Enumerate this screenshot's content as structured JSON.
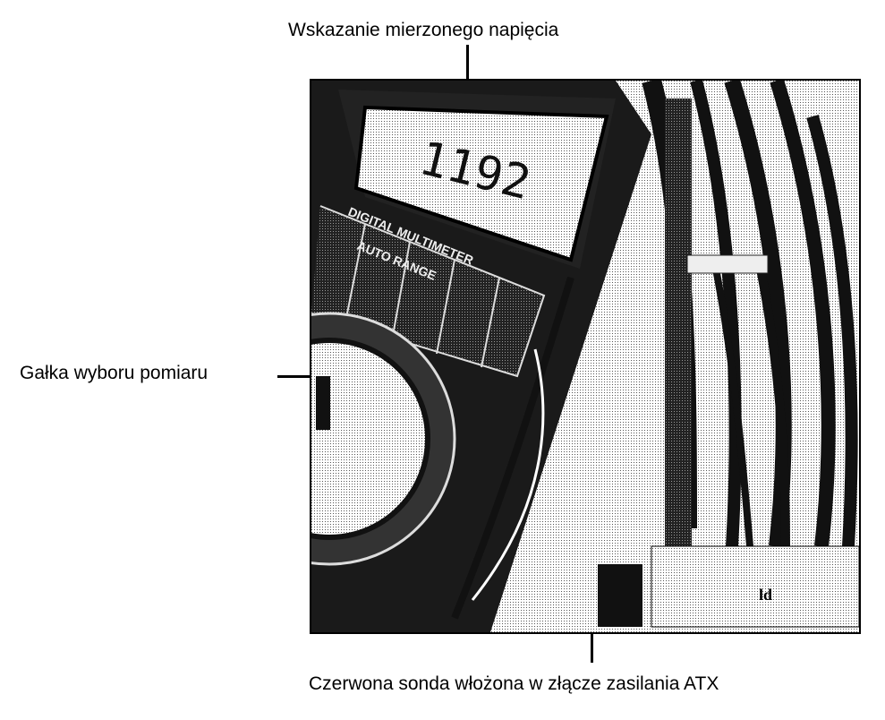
{
  "labels": {
    "top": "Wskazanie mierzonego napięcia",
    "left": "Gałka wyboru pomiaru",
    "bottom": "Czerwona sonda włożona w złącze zasilania ATX"
  },
  "photo": {
    "display_reading": "1192",
    "meter_brand_line1": "DIGITAL MULTIMETER",
    "meter_brand_line2": "AUTO RANGE",
    "connector_mark": "ld"
  }
}
